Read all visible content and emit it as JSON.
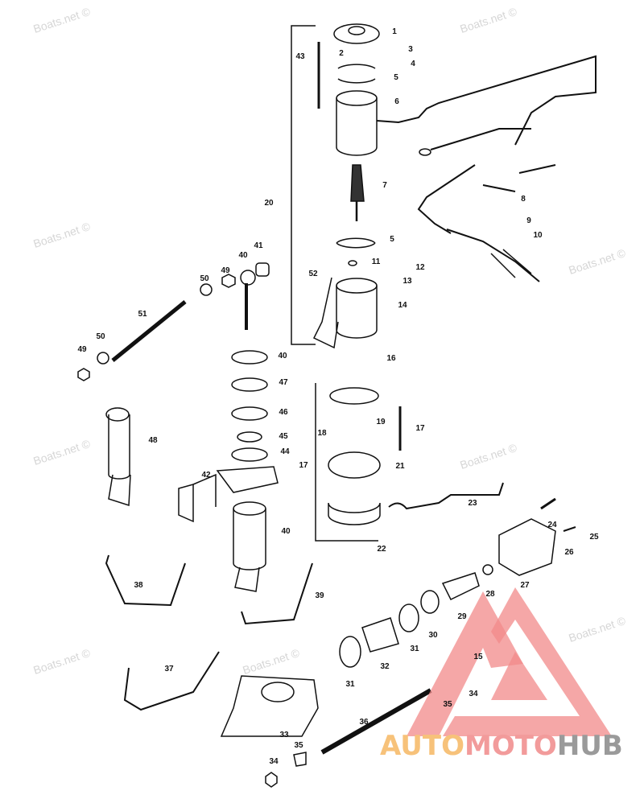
{
  "watermark": "Boats.net ©",
  "logo": {
    "part1": "AUTO",
    "part2": "MOTO",
    "part3": "HUB",
    "colors": {
      "auto": "#f7c27a",
      "moto": "#f29b9b",
      "hub": "#9a9a9a",
      "triangle": "#f28a8a"
    }
  },
  "callouts": [
    "1",
    "2",
    "3",
    "4",
    "5",
    "6",
    "43",
    "7",
    "20",
    "8",
    "9",
    "10",
    "5",
    "11",
    "12",
    "13",
    "52",
    "14",
    "41",
    "40",
    "49",
    "50",
    "51",
    "50",
    "49",
    "40",
    "16",
    "47",
    "46",
    "45",
    "44",
    "48",
    "17",
    "19",
    "18",
    "17",
    "21",
    "42",
    "40",
    "23",
    "22",
    "24",
    "25",
    "26",
    "27",
    "28",
    "29",
    "30",
    "31",
    "32",
    "31",
    "38",
    "39",
    "15",
    "34",
    "35",
    "37",
    "33",
    "36",
    "35",
    "34"
  ]
}
